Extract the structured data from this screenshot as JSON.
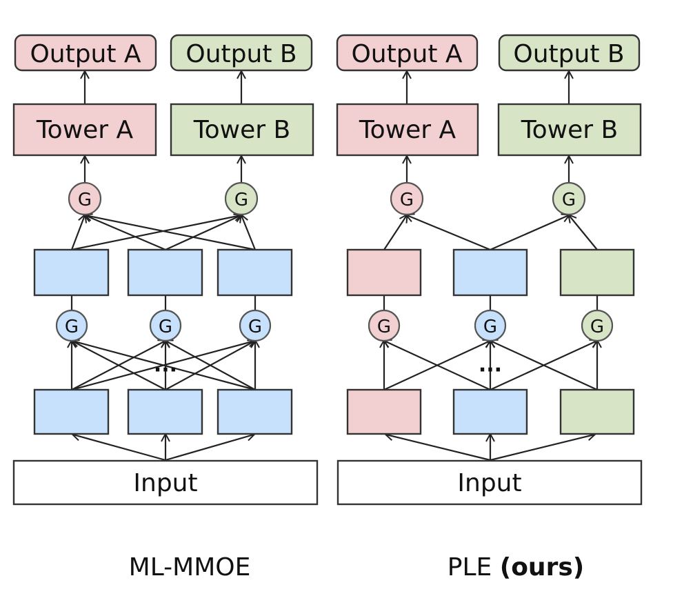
{
  "colors": {
    "task_a": "#f2cfd0",
    "task_b": "#d7e4c6",
    "shared": "#c7e0fb",
    "input": "#ffffff",
    "stroke": "#333333"
  },
  "labels": {
    "output_a": "Output A",
    "output_b": "Output B",
    "tower_a": "Tower A",
    "tower_b": "Tower B",
    "gate": "G",
    "input": "Input",
    "ellipsis": "···"
  },
  "captions": {
    "mmoe": "ML-MMOE",
    "ple_main": "PLE ",
    "ple_bold": "(ours)"
  },
  "diagrams": [
    {
      "id": "ml-mmoe",
      "expert_colors": [
        "shared",
        "shared",
        "shared"
      ],
      "gate_colors_low": [
        "shared",
        "shared",
        "shared"
      ],
      "gate_colors_top": [
        "task_a",
        "task_b"
      ]
    },
    {
      "id": "ple",
      "expert_colors": [
        "task_a",
        "shared",
        "task_b"
      ],
      "gate_colors_low": [
        "task_a",
        "shared",
        "task_b"
      ],
      "gate_colors_top": [
        "task_a",
        "task_b"
      ]
    }
  ]
}
